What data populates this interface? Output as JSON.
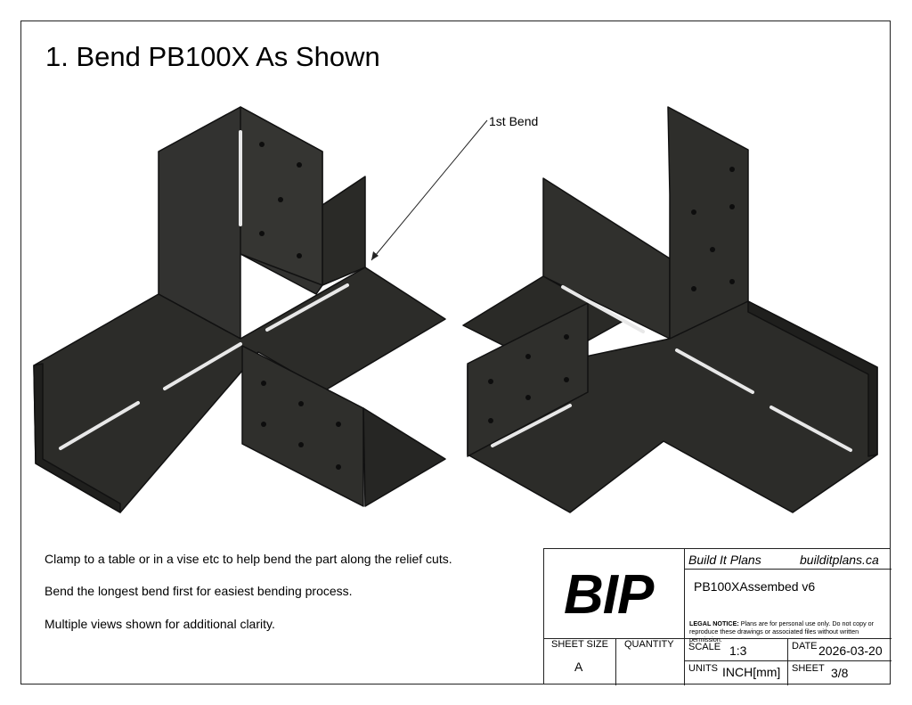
{
  "title": "1. Bend PB100X As Shown",
  "callout": "1st Bend",
  "notes": [
    "Clamp to a table or in a vise etc to help bend the part along the relief cuts.",
    "Bend the longest bend first for easiest bending process.",
    "Multiple views shown for additional clarity."
  ],
  "title_block": {
    "logo": "BIP",
    "company": "Build It Plans",
    "website": "builditplans.ca",
    "part_name": "PB100XAssembed v6",
    "legal_label": "LEGAL NOTICE:",
    "legal_text": "Plans are for personal use only. Do not copy or reproduce these drawings or associated files without written permission.",
    "sheet_size_label": "SHEET SIZE",
    "sheet_size": "A",
    "quantity_label": "QUANTITY",
    "scale_label": "SCALE",
    "scale": "1:3",
    "date_label": "DATE",
    "date": "2026-03-20",
    "units_label": "UNITS",
    "units": "INCH[mm]",
    "sheet_label": "SHEET",
    "sheet": "3/8"
  },
  "colors": {
    "part": "#2a2a27",
    "part_edge": "#111111",
    "line": "#222222"
  }
}
